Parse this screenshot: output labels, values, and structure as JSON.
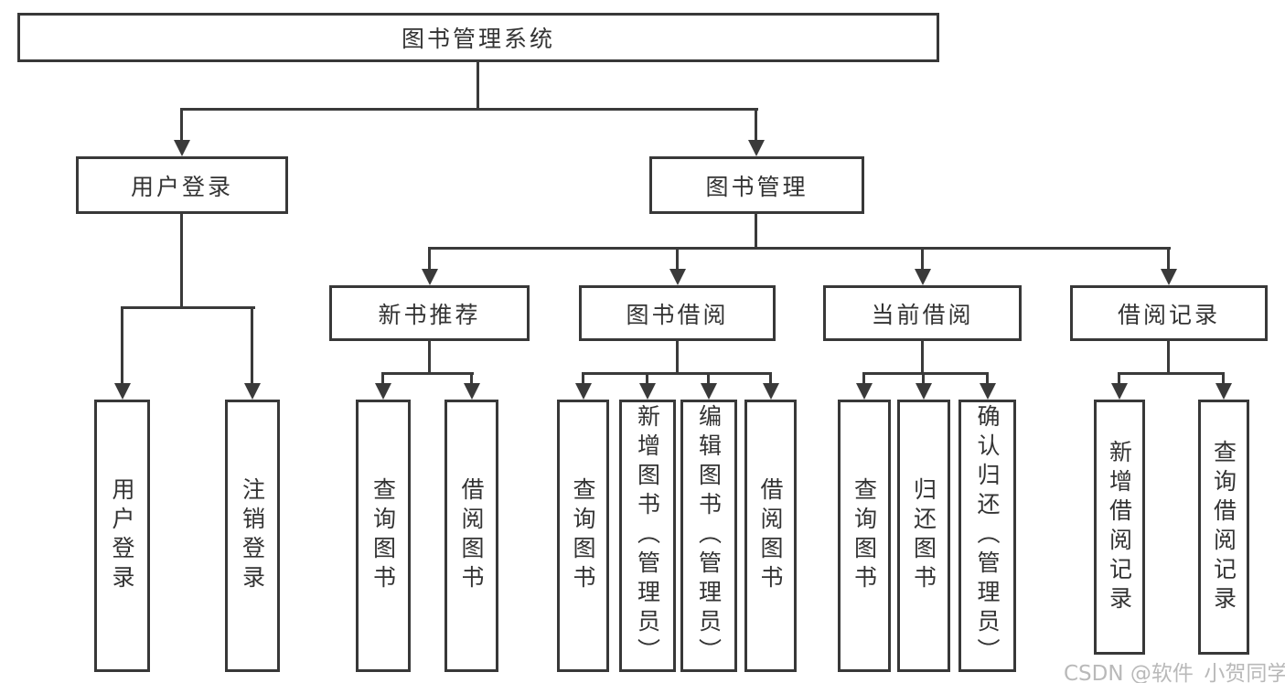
{
  "nodes": {
    "root": "图书管理系统",
    "user_login": "用户登录",
    "book_mgmt": "图书管理",
    "new_book_rec": "新书推荐",
    "book_borrow": "图书借阅",
    "current_borrow": "当前借阅",
    "borrow_records": "借阅记录",
    "ul_login": "用户登录",
    "ul_logout": "注销登录",
    "nb_query": "查询图书",
    "nb_borrow": "借阅图书",
    "bb_query": "查询图书",
    "bb_add": "新增图书（管理员）",
    "bb_edit": "编辑图书（管理员）",
    "bb_borrow": "借阅图书",
    "cb_query": "查询图书",
    "cb_return": "归还图书",
    "cb_confirm": "确认归还（管理员）",
    "br_add": "新增借阅记录",
    "br_query": "查询借阅记录"
  },
  "watermark": "CSDN @软件_小贺同学",
  "colors": {
    "line": "#3a3a3a",
    "border": "#383838",
    "text": "#333333",
    "watermark": "#b9b9b9",
    "background": "#ffffff"
  }
}
